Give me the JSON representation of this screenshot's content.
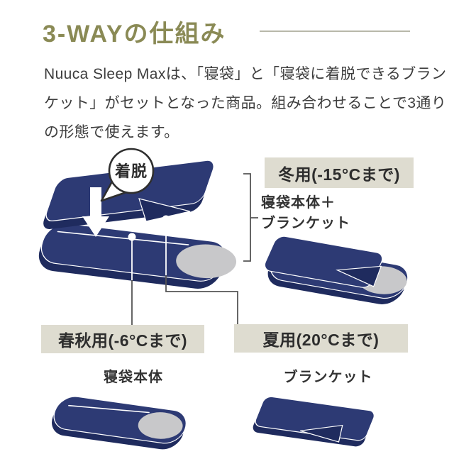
{
  "page": {
    "title": "3-WAYの仕組み",
    "description_lines": [
      "Nuuca Sleep Maxは、「寝袋」と「寝袋に着脱できるブラン",
      "ケット」がセットとなった商品。組み合わせることで3通り",
      "の形態で使えます。"
    ]
  },
  "diagram": {
    "bubble_label": "着脱"
  },
  "variants": [
    {
      "id": "winter",
      "badge": "冬用(-15°Cまで)",
      "caption_lines": [
        "寝袋本体＋",
        "ブランケット"
      ]
    },
    {
      "id": "spring_autumn",
      "badge": "春秋用(-6°Cまで)",
      "caption_lines": [
        "寝袋本体"
      ]
    },
    {
      "id": "summer",
      "badge": "夏用(20°Cまで)",
      "caption_lines": [
        "ブランケット"
      ]
    }
  ],
  "colors": {
    "accent_olive": "#8a8a55",
    "rule_gray": "#b8b8aa",
    "text_dark": "#3d3d3d",
    "badge_bg": "#dedcd0",
    "badge_text": "#2d2d2d",
    "navy": "#2d3a74",
    "navy_dark": "#1f2b5e",
    "pillow_gray": "#c8c8ca",
    "line_gray": "#555555",
    "background": "#ffffff"
  }
}
